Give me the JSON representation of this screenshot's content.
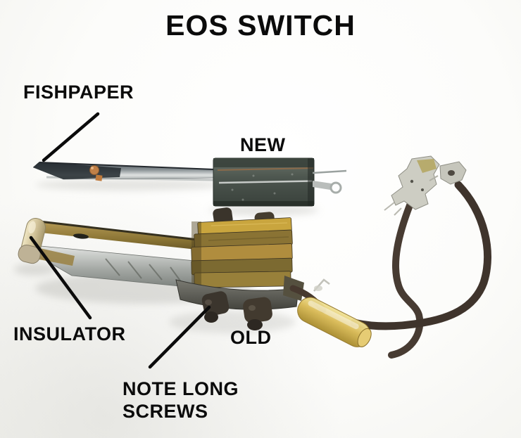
{
  "title": "EOS SWITCH",
  "labels": {
    "fishpaper": "FISHPAPER",
    "new": "NEW",
    "insulator": "INSULATOR",
    "old": "OLD",
    "note_long_screws": "NOTE LONG\nSCREWS"
  },
  "photo": {
    "description_items": [
      "new-switch",
      "old-switch",
      "wires-with-solder-tips",
      "amber-sleeve"
    ]
  },
  "colors": {
    "background": "#fbfbf8",
    "label_text": "#0b0b0b",
    "annotation_line": "#0b0b0b",
    "brass_bright": "#c9a53e",
    "brass_olive": "#8a7334",
    "brass_mid": "#b08d3e",
    "brass_dark": "#7c6a31",
    "brass_deep": "#98803a",
    "wire_brown": "#473b32",
    "solder_silver": "#cdcdc3",
    "amber_sleeve": "#d9ba55",
    "new_block_gray": "#4d564f",
    "blade_silver": "#c3c7c6",
    "insulator_cream": "#d8cba2"
  }
}
